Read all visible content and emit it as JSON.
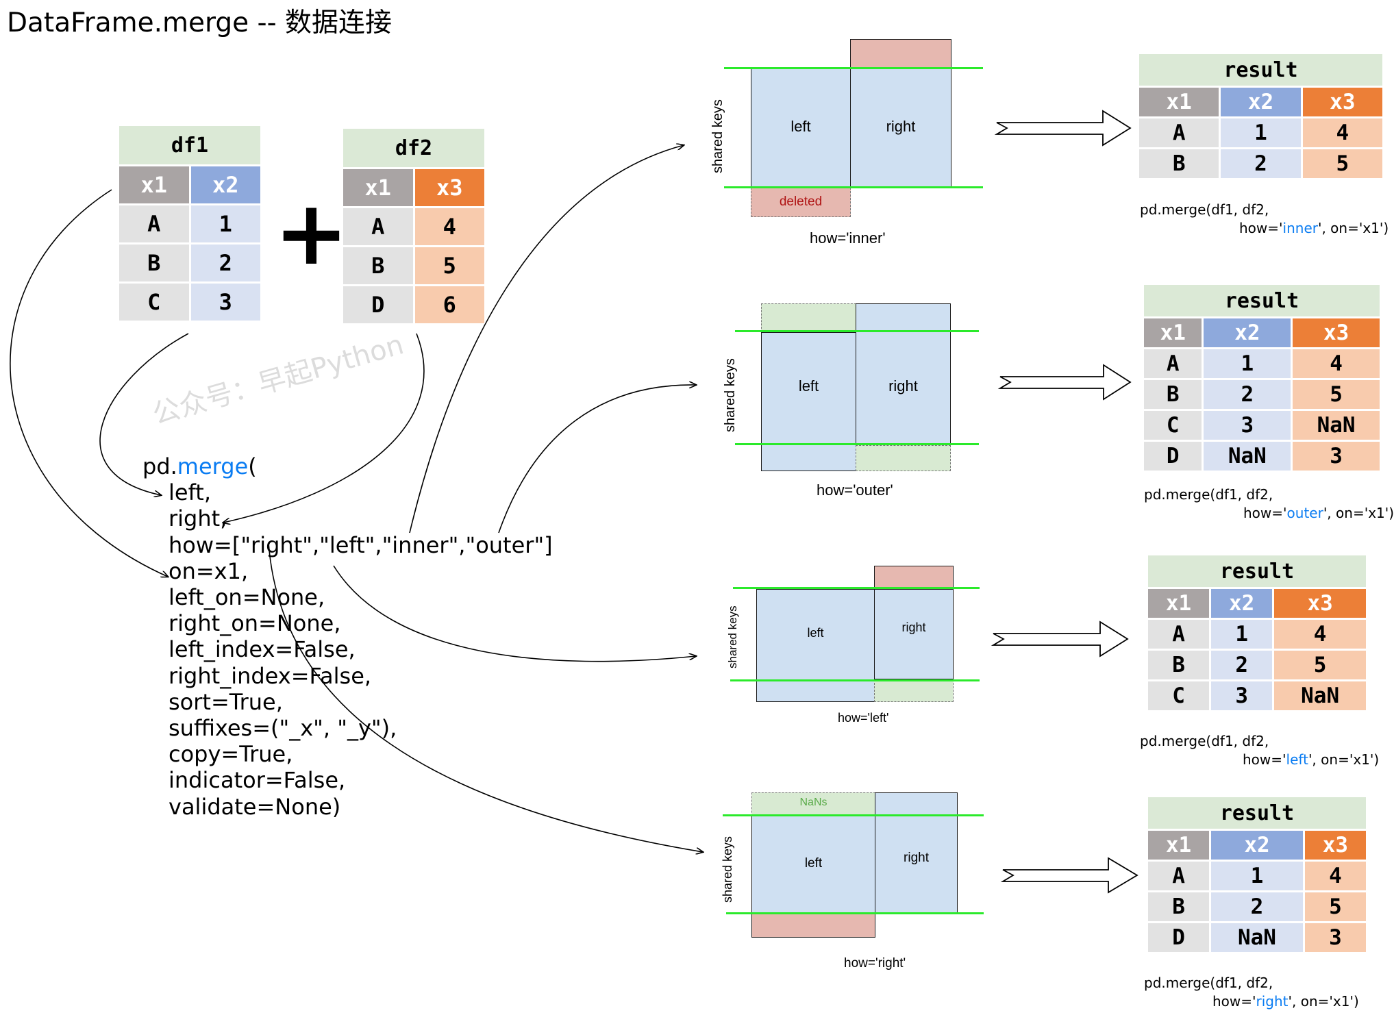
{
  "title": "DataFrame.merge -- 数据连接",
  "watermark": "公众号：早起Python",
  "df1": {
    "caption": "df1",
    "headers": [
      "x1",
      "x2"
    ],
    "rows": [
      [
        "A",
        "1"
      ],
      [
        "B",
        "2"
      ],
      [
        "C",
        "3"
      ]
    ]
  },
  "df2": {
    "caption": "df2",
    "headers": [
      "x1",
      "x3"
    ],
    "rows": [
      [
        "A",
        "4"
      ],
      [
        "B",
        "5"
      ],
      [
        "D",
        "6"
      ]
    ]
  },
  "plus_symbol": "+",
  "code": {
    "prefix": "pd.",
    "func": "merge",
    "open": "(",
    "lines": [
      "left,",
      "right,",
      "how=[\"right\",\"left\",\"inner\",\"outer\"]",
      "on=x1,",
      "left_on=None,",
      "right_on=None,",
      "left_index=False,",
      "right_index=False,",
      "sort=True,",
      "suffixes=(\"_x\", \"_y\"),",
      "copy=True,",
      "indicator=False,",
      "validate=None)"
    ]
  },
  "diagrams": {
    "shared_keys_label": "shared keys",
    "left_label": "left",
    "right_label": "right",
    "deleted_label": "deleted",
    "nans_label": "NaNs",
    "inner_how": "how='inner'",
    "outer_how": "how='outer'",
    "left_how": "how='left'",
    "right_how": "how='right'"
  },
  "results": [
    {
      "caption": "result",
      "headers": [
        "x1",
        "x2",
        "x3"
      ],
      "rows": [
        [
          "A",
          "1",
          "4"
        ],
        [
          "B",
          "2",
          "5"
        ]
      ],
      "call_line1": "pd.merge(df1, df2,",
      "call_pre": "how='",
      "call_kw": "inner",
      "call_post": "', on='x1')"
    },
    {
      "caption": "result",
      "headers": [
        "x1",
        "x2",
        "x3"
      ],
      "rows": [
        [
          "A",
          "1",
          "4"
        ],
        [
          "B",
          "2",
          "5"
        ],
        [
          "C",
          "3",
          "NaN"
        ],
        [
          "D",
          "NaN",
          "3"
        ]
      ],
      "call_line1": "pd.merge(df1, df2,",
      "call_pre": "how='",
      "call_kw": "outer",
      "call_post": "', on='x1')"
    },
    {
      "caption": "result",
      "headers": [
        "x1",
        "x2",
        "x3"
      ],
      "rows": [
        [
          "A",
          "1",
          "4"
        ],
        [
          "B",
          "2",
          "5"
        ],
        [
          "C",
          "3",
          "NaN"
        ]
      ],
      "call_line1": "pd.merge(df1, df2,",
      "call_pre": "how='",
      "call_kw": "left",
      "call_post": "', on='x1')"
    },
    {
      "caption": "result",
      "headers": [
        "x1",
        "x2",
        "x3"
      ],
      "rows": [
        [
          "A",
          "1",
          "4"
        ],
        [
          "B",
          "2",
          "5"
        ],
        [
          "D",
          "NaN",
          "3"
        ]
      ],
      "call_line1": "pd.merge(df1, df2,",
      "call_pre": "how='",
      "call_kw": "right",
      "call_post": "', on='x1')"
    }
  ],
  "colors": {
    "header_x1": "#a9a4a4",
    "header_x2": "#8ea9dc",
    "header_x3": "#ec7f37",
    "caption_bg": "#dbe9d6",
    "key_line": "#2bea2b",
    "kw_blue": "#0a7cf2"
  }
}
